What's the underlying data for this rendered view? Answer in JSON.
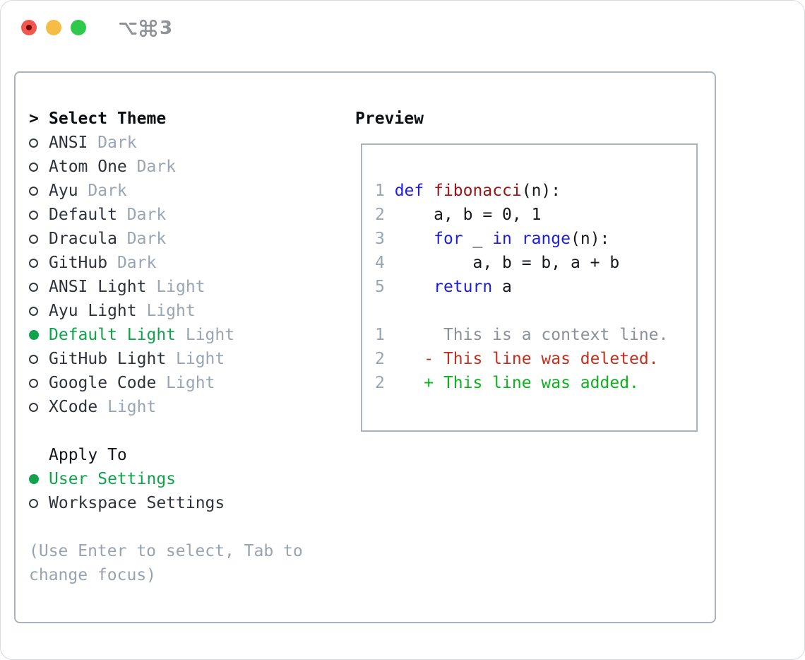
{
  "titlebar": {
    "shortcut": {
      "label": "⌥⌘3",
      "digit": "3"
    }
  },
  "theme_picker": {
    "cursor": ">",
    "title": "Select Theme",
    "items": [
      {
        "name": "ANSI",
        "variant": "Dark",
        "selected": false
      },
      {
        "name": "Atom One",
        "variant": "Dark",
        "selected": false
      },
      {
        "name": "Ayu",
        "variant": "Dark",
        "selected": false
      },
      {
        "name": "Default",
        "variant": "Dark",
        "selected": false
      },
      {
        "name": "Dracula",
        "variant": "Dark",
        "selected": false
      },
      {
        "name": "GitHub",
        "variant": "Dark",
        "selected": false
      },
      {
        "name": "ANSI Light",
        "variant": "Light",
        "selected": false
      },
      {
        "name": "Ayu Light",
        "variant": "Light",
        "selected": false
      },
      {
        "name": "Default Light",
        "variant": "Light",
        "selected": true
      },
      {
        "name": "GitHub Light",
        "variant": "Light",
        "selected": false
      },
      {
        "name": "Google Code",
        "variant": "Light",
        "selected": false
      },
      {
        "name": "XCode",
        "variant": "Light",
        "selected": false
      }
    ]
  },
  "apply_to": {
    "title": "Apply To",
    "options": [
      {
        "name": "User Settings",
        "selected": true
      },
      {
        "name": "Workspace Settings",
        "selected": false
      }
    ]
  },
  "help": [
    "(Use Enter to select, Tab to",
    "change focus)"
  ],
  "preview": {
    "title": "Preview",
    "lines": [
      {
        "segments": [
          {
            "text": "1 ",
            "style": "linenum"
          },
          {
            "text": "def",
            "style": "keyword"
          },
          {
            "text": " ",
            "style": "plain"
          },
          {
            "text": "fibonacci",
            "style": "function"
          },
          {
            "text": "(n):",
            "style": "plain"
          }
        ]
      },
      {
        "segments": [
          {
            "text": "2",
            "style": "linenum"
          },
          {
            "text": "     a, b = 0, 1",
            "style": "plain"
          }
        ]
      },
      {
        "segments": [
          {
            "text": "3",
            "style": "linenum"
          },
          {
            "text": "     ",
            "style": "plain"
          },
          {
            "text": "for",
            "style": "keyword"
          },
          {
            "text": " _ ",
            "style": "plain"
          },
          {
            "text": "in",
            "style": "keyword"
          },
          {
            "text": " ",
            "style": "plain"
          },
          {
            "text": "range",
            "style": "keyword"
          },
          {
            "text": "(n):",
            "style": "plain"
          }
        ]
      },
      {
        "segments": [
          {
            "text": "4",
            "style": "linenum"
          },
          {
            "text": "         a, b = b, a + b",
            "style": "plain"
          }
        ]
      },
      {
        "segments": [
          {
            "text": "5",
            "style": "linenum"
          },
          {
            "text": "     ",
            "style": "plain"
          },
          {
            "text": "return",
            "style": "keyword"
          },
          {
            "text": " a",
            "style": "plain"
          }
        ]
      },
      {
        "segments": []
      },
      {
        "segments": [
          {
            "text": "1",
            "style": "linenum"
          },
          {
            "text": "      This is a context line.",
            "style": "context"
          }
        ]
      },
      {
        "segments": [
          {
            "text": "2",
            "style": "linenum"
          },
          {
            "text": "    - This line was deleted.",
            "style": "deleted"
          }
        ]
      },
      {
        "segments": [
          {
            "text": "2",
            "style": "linenum"
          },
          {
            "text": "    + This line was added.",
            "style": "added"
          }
        ]
      }
    ]
  },
  "colors": {
    "selection_green": "#0fa44c",
    "added_green": "#0db31e",
    "deleted_red": "#c3301d",
    "keyword_blue": "#1d1de0",
    "function_red": "#9d1313",
    "line_number_gray": "#9aa5b3",
    "muted_gray": "#98a2b0",
    "text_dark": "#2e333b",
    "border_gray": "#a9b2be",
    "traffic_red": "#f2574f",
    "traffic_yellow": "#f5bd45",
    "traffic_green": "#2fc84c"
  }
}
